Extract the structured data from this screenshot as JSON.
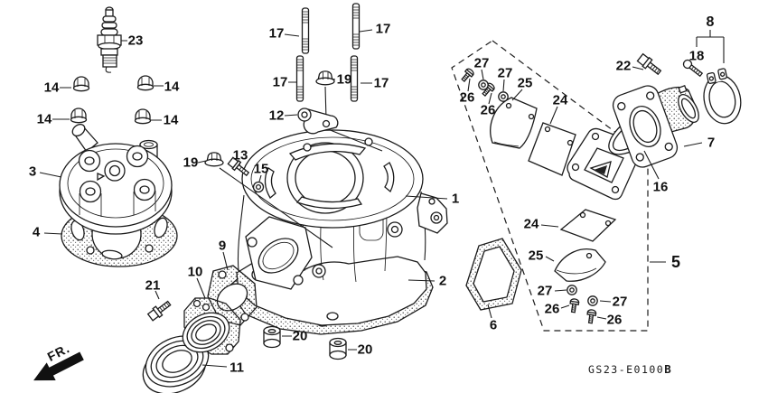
{
  "diagram": {
    "code": "GS23-E0100",
    "code_suffix": "B",
    "direction_label": "FR.",
    "background": "#ffffff",
    "line_color": "#1b1b1b"
  },
  "callouts": {
    "c1": {
      "text": "1"
    },
    "c2": {
      "text": "2"
    },
    "c3": {
      "text": "3"
    },
    "c4": {
      "text": "4"
    },
    "c5": {
      "text": "5"
    },
    "c6": {
      "text": "6"
    },
    "c7": {
      "text": "7"
    },
    "c8": {
      "text": "8"
    },
    "c9": {
      "text": "9"
    },
    "c10": {
      "text": "10"
    },
    "c11": {
      "text": "11"
    },
    "c12": {
      "text": "12"
    },
    "c13": {
      "text": "13"
    },
    "c14a": {
      "text": "14"
    },
    "c14b": {
      "text": "14"
    },
    "c14c": {
      "text": "14"
    },
    "c14d": {
      "text": "14"
    },
    "c15": {
      "text": "15"
    },
    "c16": {
      "text": "16"
    },
    "c17a": {
      "text": "17"
    },
    "c17b": {
      "text": "17"
    },
    "c17c": {
      "text": "17"
    },
    "c17d": {
      "text": "17"
    },
    "c18": {
      "text": "18"
    },
    "c19a": {
      "text": "19"
    },
    "c19b": {
      "text": "19"
    },
    "c20a": {
      "text": "20"
    },
    "c20b": {
      "text": "20"
    },
    "c21": {
      "text": "21"
    },
    "c22": {
      "text": "22"
    },
    "c23": {
      "text": "23"
    },
    "c24a": {
      "text": "24"
    },
    "c24b": {
      "text": "24"
    },
    "c25a": {
      "text": "25"
    },
    "c25b": {
      "text": "25"
    },
    "c26a": {
      "text": "26"
    },
    "c26b": {
      "text": "26"
    },
    "c26c": {
      "text": "26"
    },
    "c26d": {
      "text": "26"
    },
    "c27a": {
      "text": "27"
    },
    "c27b": {
      "text": "27"
    },
    "c27c": {
      "text": "27"
    },
    "c27d": {
      "text": "27"
    }
  }
}
